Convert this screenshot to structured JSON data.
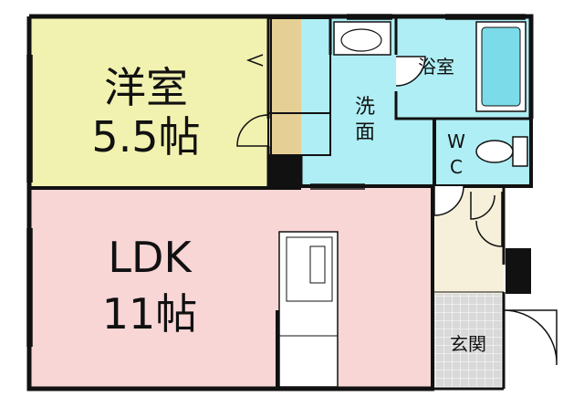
{
  "rooms": {
    "western_room": {
      "name": "洋室",
      "size": "5.5帖"
    },
    "ldk": {
      "name": "LDK",
      "size": "11帖"
    },
    "washroom": {
      "line1": "洗",
      "line2": "面"
    },
    "bathroom": {
      "name": "浴室"
    },
    "wc": {
      "line1": "W",
      "line2": "C"
    },
    "entrance": {
      "name": "玄関"
    }
  },
  "colors": {
    "western_room": "#f2f2b0",
    "ldk": "#f8d6d6",
    "washroom": "#aeeef4",
    "bathroom": "#aeeef4",
    "wc": "#aeeef4",
    "closet": "#e6cf94",
    "hall": "#f6f0da",
    "entrance": "#d6d6d6",
    "wall": "#111111"
  }
}
